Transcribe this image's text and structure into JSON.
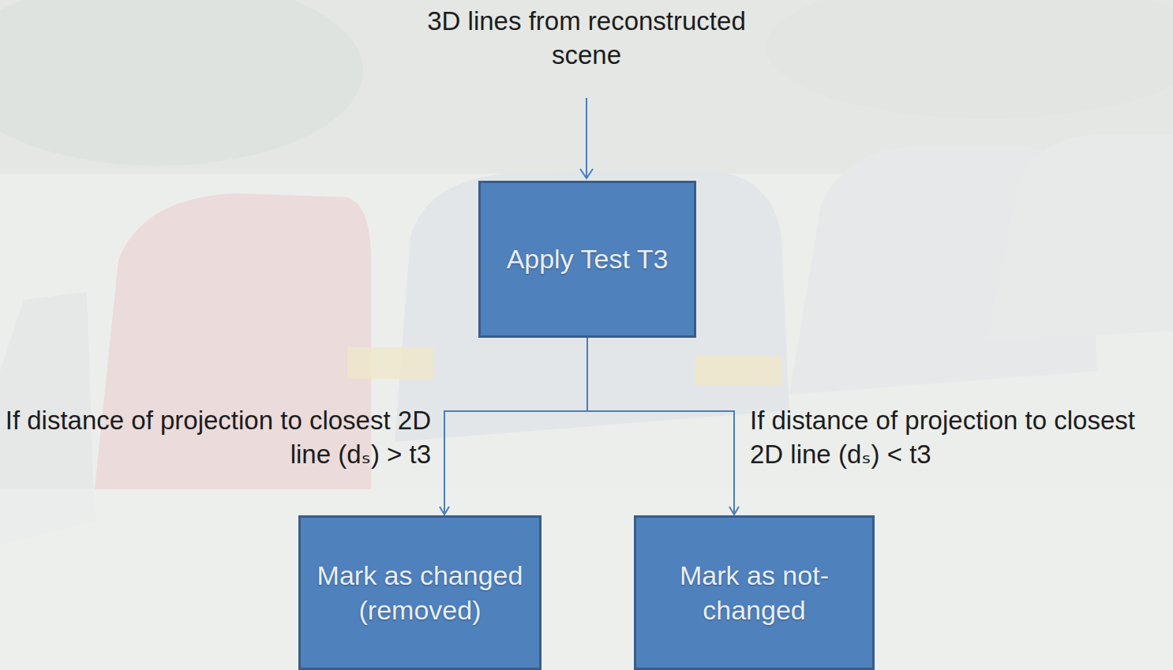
{
  "diagram": {
    "nodes": [
      {
        "text": [
          "Apply Test T3"
        ]
      },
      {
        "text": [
          "Mark as changed (removed)"
        ]
      },
      {
        "text": [
          "Mark as not-changed"
        ]
      }
    ],
    "edges": [
      {
        "from": 0,
        "to": 1,
        "arrow": "to",
        "label": "If distance of projection to closest 2D line (dₛ) > t3"
      },
      {
        "from": 0,
        "to": 2,
        "arrow": "to",
        "label": "If distance of projection to closest 2D line (dₛ) < t3"
      }
    ],
    "labels": [
      "3D lines from reconstructed scene"
    ]
  }
}
